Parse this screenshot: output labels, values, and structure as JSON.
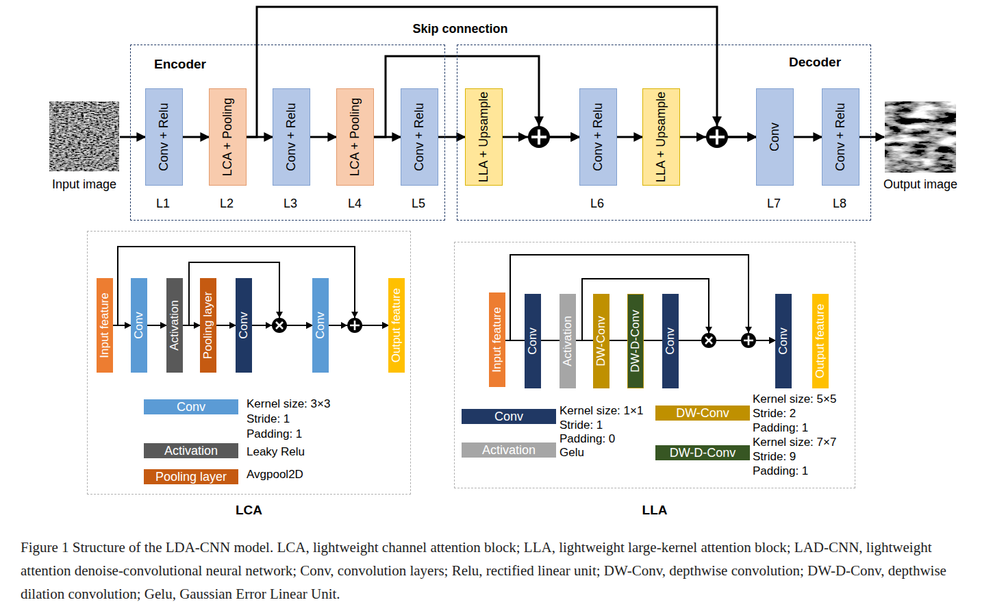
{
  "diagram": {
    "caption": "Figure 1 Structure of the LDA-CNN model. LCA, lightweight channel attention block; LLA, lightweight large-kernel attention block; LAD-CNN, lightweight attention denoise-convolutional neural network; Conv, convolution layers; Relu, rectified linear unit; DW-Conv, depthwise convolution; DW-D-Conv, depthwise dilation convolution; Gelu, Gaussian Error Linear Unit.",
    "nodes": [
      {
        "text": [
          "Input image"
        ]
      },
      {
        "text": [
          "Encoder"
        ]
      },
      {
        "text": [
          "Conv + Relu"
        ],
        "in": 1
      },
      {
        "text": [
          "LCA + Pooling"
        ],
        "in": 1
      },
      {
        "text": [
          "Conv + Relu"
        ],
        "in": 1
      },
      {
        "text": [
          "LCA + Pooling"
        ],
        "in": 1
      },
      {
        "text": [
          "Conv + Relu"
        ],
        "in": 1
      },
      {
        "text": [
          "Decoder"
        ]
      },
      {
        "text": [
          "LLA + Upsample"
        ],
        "in": 7
      },
      {
        "text": [
          "Conv + Relu"
        ],
        "in": 7
      },
      {
        "text": [
          "LLA + Upsample"
        ],
        "in": 7
      },
      {
        "text": [
          "Conv"
        ],
        "in": 7
      },
      {
        "text": [
          "Conv + Relu"
        ],
        "in": 7
      },
      {
        "text": [
          "Output image"
        ]
      },
      {
        "text": [
          "LCA"
        ]
      },
      {
        "text": [
          "Input feature"
        ],
        "in": 14
      },
      {
        "text": [
          "Conv"
        ],
        "in": 14
      },
      {
        "text": [
          "Activation"
        ],
        "in": 14
      },
      {
        "text": [
          "Pooling layer"
        ],
        "in": 14
      },
      {
        "text": [
          "Conv"
        ],
        "in": 14
      },
      {
        "text": [
          "Conv"
        ],
        "in": 14
      },
      {
        "text": [
          "Output feature"
        ],
        "in": 14
      },
      {
        "text": [
          "LLA"
        ]
      },
      {
        "text": [
          "Input feature"
        ],
        "in": 22
      },
      {
        "text": [
          "Conv"
        ],
        "in": 22
      },
      {
        "text": [
          "Activation"
        ],
        "in": 22
      },
      {
        "text": [
          "DW-Conv"
        ],
        "in": 22
      },
      {
        "text": [
          "DW-D-Conv"
        ],
        "in": 22
      },
      {
        "text": [
          "Conv"
        ],
        "in": 22
      },
      {
        "text": [
          "Conv"
        ],
        "in": 22
      },
      {
        "text": [
          "Output feature"
        ],
        "in": 22
      }
    ],
    "edges": [
      {
        "from": 0,
        "to": 2,
        "arrow": "to"
      },
      {
        "from": 2,
        "to": 3,
        "arrow": "to"
      },
      {
        "from": 3,
        "to": 4,
        "arrow": "to"
      },
      {
        "from": 4,
        "to": 5,
        "arrow": "to"
      },
      {
        "from": 5,
        "to": 6,
        "arrow": "to"
      },
      {
        "from": 6,
        "to": 8,
        "arrow": "to"
      },
      {
        "from": 8,
        "to": 9,
        "arrow": "to"
      },
      {
        "from": 9,
        "to": 10,
        "arrow": "to"
      },
      {
        "from": 10,
        "to": 11,
        "arrow": "to"
      },
      {
        "from": 11,
        "to": 12,
        "arrow": "to"
      },
      {
        "from": 12,
        "to": 13,
        "arrow": "to"
      },
      {
        "from": 3,
        "to": 11,
        "arrow": "to"
      },
      {
        "from": 5,
        "to": 9,
        "arrow": "to"
      },
      {
        "from": 15,
        "to": 16,
        "arrow": "to"
      },
      {
        "from": 16,
        "to": 17,
        "arrow": "to"
      },
      {
        "from": 17,
        "to": 18,
        "arrow": "to"
      },
      {
        "from": 18,
        "to": 19,
        "arrow": "to"
      },
      {
        "from": 19,
        "to": 20,
        "arrow": "to"
      },
      {
        "from": 20,
        "to": 21,
        "arrow": "to"
      },
      {
        "from": 15,
        "to": 21,
        "arrow": "to"
      },
      {
        "from": 17,
        "to": 20,
        "arrow": "to"
      },
      {
        "from": 23,
        "to": 24,
        "arrow": "none"
      },
      {
        "from": 24,
        "to": 25,
        "arrow": "none"
      },
      {
        "from": 25,
        "to": 26,
        "arrow": "none"
      },
      {
        "from": 26,
        "to": 27,
        "arrow": "none"
      },
      {
        "from": 27,
        "to": 28,
        "arrow": "none"
      },
      {
        "from": 28,
        "to": 29,
        "arrow": "none"
      },
      {
        "from": 23,
        "to": 29,
        "arrow": "to"
      },
      {
        "from": 25,
        "to": 29,
        "arrow": "to"
      }
    ],
    "labels": [
      "Skip connection",
      "L1",
      "L2",
      "L3",
      "L4",
      "L5",
      "L6",
      "L7",
      "L8",
      "Conv",
      "Activation",
      "Pooling layer",
      "Conv",
      "Activation",
      "DW-Conv",
      "DW-D-Conv"
    ],
    "legend": [
      {
        "text": "Kernel size: 3×3 Stride: 1 Padding: 1",
        "color": "#5b9bd5"
      },
      {
        "text": "Leaky Relu",
        "color": "#595959"
      },
      {
        "text": "Avgpool2D",
        "color": "#c55a11"
      },
      {
        "text": "Kernel size: 1×1 Stride: 1 Padding: 0",
        "color": "#203864"
      },
      {
        "text": "Gelu",
        "color": "#a6a6a6"
      },
      {
        "text": "Kernel size: 5×5 Stride: 2 Padding: 1",
        "color": "#bf9000"
      },
      {
        "text": "Kernel size: 7×7 Stride: 9 Padding: 1",
        "color": "#375623"
      }
    ]
  }
}
